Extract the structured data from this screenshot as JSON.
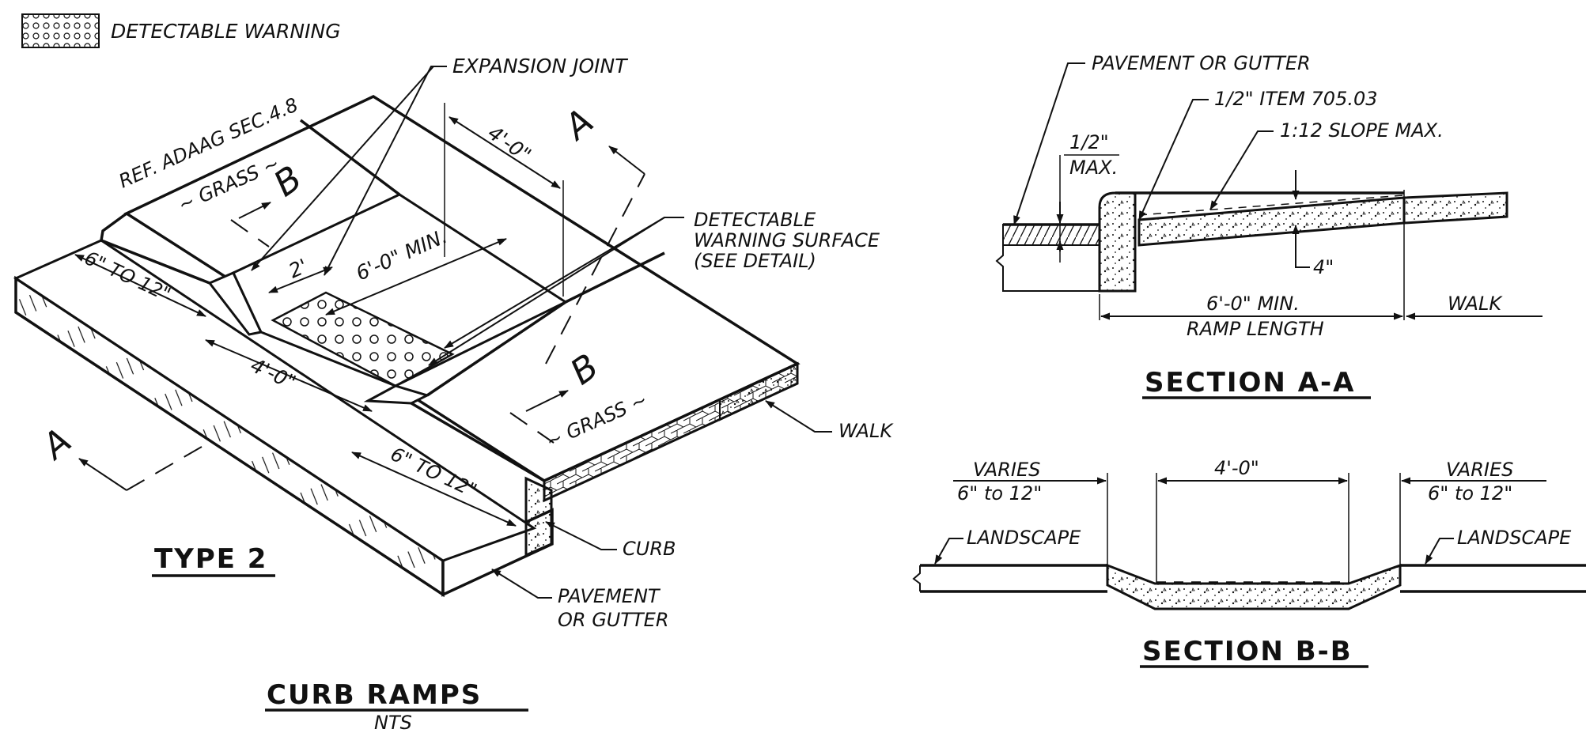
{
  "legend": {
    "label": "DETECTABLE WARNING"
  },
  "iso": {
    "expansion_joint": "EXPANSION JOINT",
    "ref": "REF. ADAAG SEC.4.8",
    "dim_4ft_top": "4'-0\"",
    "section_a": "A",
    "section_b": "B",
    "grass": "~ GRASS ~",
    "dim_2ft": "2'",
    "dim_6ft_min": "6'-0\" MIN.",
    "dim_6_to_12": "6\" TO 12\"",
    "dim_4ft_bottom": "4'-0\"",
    "dws_line1": "DETECTABLE",
    "dws_line2": "WARNING SURFACE",
    "dws_line3": "(SEE DETAIL)",
    "walk": "WALK",
    "curb": "CURB",
    "pavement_line1": "PAVEMENT",
    "pavement_line2": "OR GUTTER",
    "type_title": "TYPE 2"
  },
  "main_title": {
    "title": "CURB RAMPS",
    "subtitle": "NTS"
  },
  "section_aa": {
    "pavement": "PAVEMENT OR GUTTER",
    "item": "1/2\" ITEM 705.03",
    "slope": "1:12 SLOPE MAX.",
    "half_inch": "1/2\"",
    "max": "MAX.",
    "four_inch": "4\"",
    "six_ft_min": "6'-0\" MIN.",
    "ramp_length": "RAMP LENGTH",
    "walk": "WALK",
    "title": "SECTION A-A"
  },
  "section_bb": {
    "varies": "VARIES",
    "six_to_twelve": "6\" to 12\"",
    "four_ft": "4'-0\"",
    "landscape": "LANDSCAPE",
    "title": "SECTION B-B"
  }
}
